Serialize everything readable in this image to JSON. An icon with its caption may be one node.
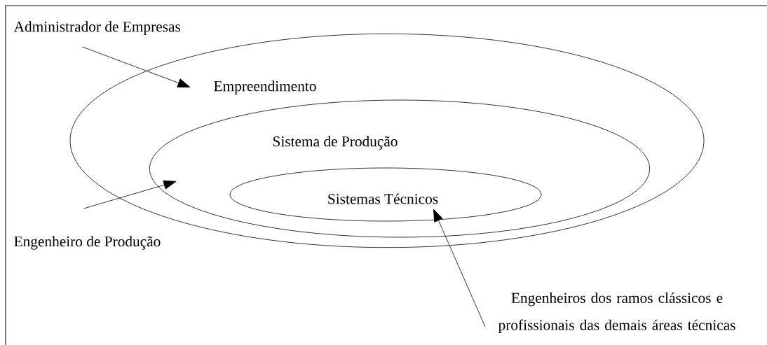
{
  "diagram": {
    "nodes": [
      {
        "text": [
          "Empreendimento"
        ]
      },
      {
        "text": [
          "Sistema de Produção"
        ],
        "in": 0
      },
      {
        "text": [
          "Sistemas Técnicos"
        ],
        "in": 1
      },
      {
        "text": [
          "Administrador de Empresas"
        ]
      },
      {
        "text": [
          "Engenheiro de Produção"
        ]
      },
      {
        "text": [
          "Engenheiros dos ramos clássicos e profissionais das demais áreas técnicas"
        ]
      }
    ],
    "edges": [
      {
        "from": 3,
        "to": 0,
        "arrow": "to"
      },
      {
        "from": 4,
        "to": 1,
        "arrow": "to"
      },
      {
        "from": 5,
        "to": 2,
        "arrow": "to"
      }
    ]
  }
}
